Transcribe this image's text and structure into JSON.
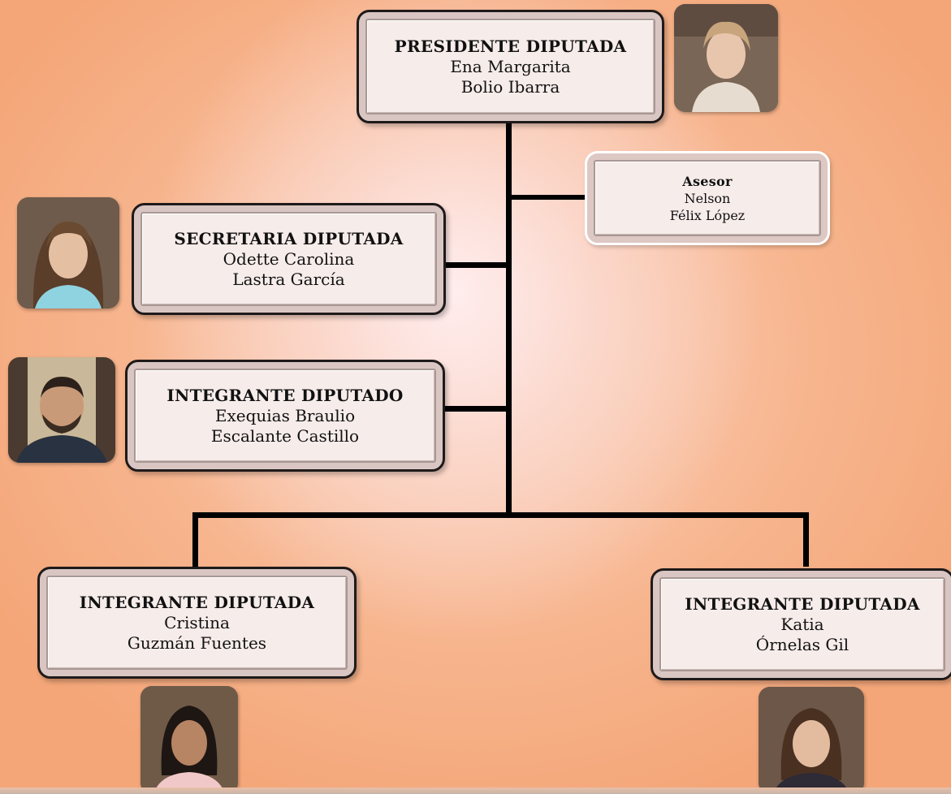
{
  "orgchart": {
    "president": {
      "role": "PRESIDENTE DIPUTADA",
      "name1": "Ena Margarita",
      "name2": "Bolio Ibarra"
    },
    "advisor": {
      "role": "Asesor",
      "name1": "Nelson",
      "name2": "Félix López"
    },
    "secretary": {
      "role": "SECRETARIA DIPUTADA",
      "name1": "Odette Carolina",
      "name2": "Lastra García"
    },
    "member_male": {
      "role": "INTEGRANTE DIPUTADO",
      "name1": "Exequias Braulio",
      "name2": "Escalante Castillo"
    },
    "member_left": {
      "role": "INTEGRANTE DIPUTADA",
      "name1": "Cristina",
      "name2": "Guzmán Fuentes"
    },
    "member_right": {
      "role": "INTEGRANTE DIPUTADA",
      "name1": "Katia",
      "name2": "Órnelas Gil"
    }
  },
  "colors": {
    "line": "#000000",
    "card_border": "#1f1a1a",
    "card_face": "#f6ecea"
  }
}
